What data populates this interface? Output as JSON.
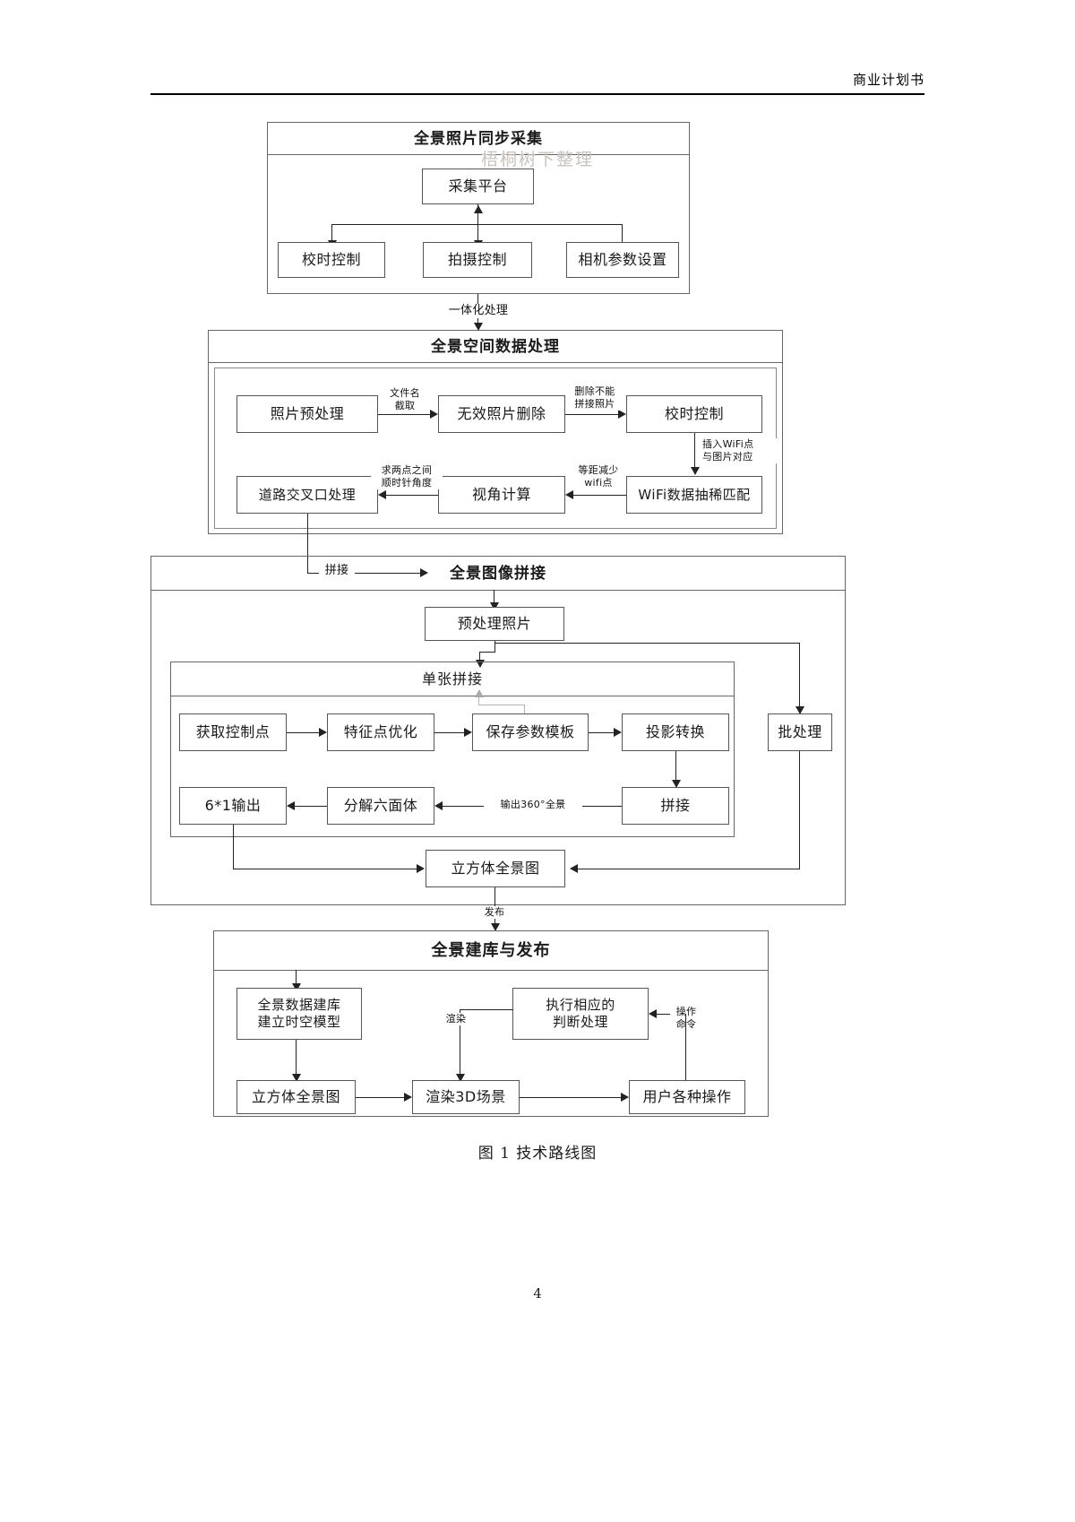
{
  "document": {
    "header_title": "商业计划书",
    "watermark": "梧桐树下整理",
    "figure_caption": "图 1  技术路线图",
    "page_number": "4"
  },
  "sections": [
    {
      "id": "collection",
      "title": "全景照片同步采集",
      "nodes": [
        {
          "id": "platform",
          "label": "采集平台"
        },
        {
          "id": "time-sync",
          "label": "校时控制"
        },
        {
          "id": "shoot-ctrl",
          "label": "拍摄控制"
        },
        {
          "id": "camera-params",
          "label": "相机参数设置"
        }
      ]
    },
    {
      "id": "spatial-data",
      "title": "全景空间数据处理",
      "nodes": [
        {
          "id": "photo-preprocess",
          "label": "照片预处理"
        },
        {
          "id": "invalid-delete",
          "label": "无效照片删除"
        },
        {
          "id": "time-sync-2",
          "label": "校时控制"
        },
        {
          "id": "wifi-match",
          "label": "WiFi数据抽稀匹配"
        },
        {
          "id": "view-angle",
          "label": "视角计算"
        },
        {
          "id": "road-cross",
          "label": "道路交叉口处理"
        }
      ],
      "edge_labels": [
        {
          "id": "filename-crop",
          "text": "文件名\n截取"
        },
        {
          "id": "delete-unstitchable",
          "text": "删除不能\n拼接照片"
        },
        {
          "id": "insert-wifi",
          "text": "插入WiFi点\n与图片对应"
        },
        {
          "id": "reduce-wifi",
          "text": "等距减少\nwifi点"
        },
        {
          "id": "clockwise-angle",
          "text": "求两点之间\n顺时针角度"
        }
      ]
    },
    {
      "id": "image-stitching",
      "title": "全景图像拼接",
      "subpanel_title": "单张拼接",
      "nodes": [
        {
          "id": "preprocessed-photo",
          "label": "预处理照片"
        },
        {
          "id": "get-control-points",
          "label": "获取控制点"
        },
        {
          "id": "feature-optimize",
          "label": "特征点优化"
        },
        {
          "id": "save-param-template",
          "label": "保存参数模板"
        },
        {
          "id": "projection-convert",
          "label": "投影转换"
        },
        {
          "id": "stitch",
          "label": "拼接"
        },
        {
          "id": "decompose-cube",
          "label": "分解六面体"
        },
        {
          "id": "six-by-one-output",
          "label": "6*1输出"
        },
        {
          "id": "batch-process",
          "label": "批处理"
        },
        {
          "id": "cube-panorama",
          "label": "立方体全景图"
        }
      ],
      "edge_labels": [
        {
          "id": "stitch-in",
          "text": "拼接"
        },
        {
          "id": "output-360",
          "text": "输出360°全景"
        }
      ]
    },
    {
      "id": "publish",
      "title": "全景建库与发布",
      "nodes": [
        {
          "id": "build-db",
          "label": "全景数据建库\n建立时空模型"
        },
        {
          "id": "exec-judge",
          "label": "执行相应的\n判断处理"
        },
        {
          "id": "cube-panorama-2",
          "label": "立方体全景图"
        },
        {
          "id": "render-3d",
          "label": "渲染3D场景"
        },
        {
          "id": "user-ops",
          "label": "用户各种操作"
        }
      ],
      "edge_labels": [
        {
          "id": "render",
          "text": "渲染"
        },
        {
          "id": "op-command",
          "text": "操作\n命令"
        }
      ]
    }
  ],
  "inter_section_labels": [
    {
      "id": "integrated-processing",
      "text": "一体化处理"
    },
    {
      "id": "publish-edge",
      "text": "发布"
    }
  ]
}
